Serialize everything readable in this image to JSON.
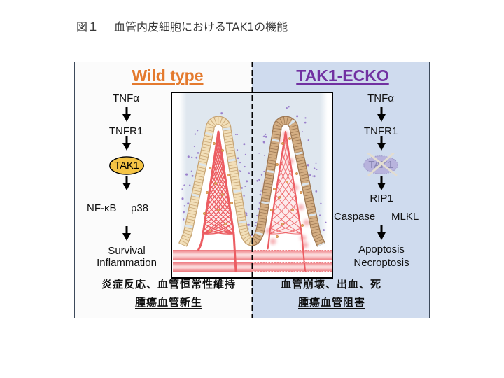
{
  "figure": {
    "label": "図１",
    "title": "血管内皮細胞におけるTAK1の機能"
  },
  "wild_type": {
    "header": "Wild type",
    "pathway": {
      "ligand": "TNFα",
      "receptor": "TNFR1",
      "kinase": "TAK1",
      "effectors": [
        "NF-κB",
        "p38"
      ],
      "outcomes": [
        "Survival",
        "Inflammation"
      ]
    },
    "summary": [
      "炎症反応、血管恒常性維持",
      "腫瘍血管新生"
    ]
  },
  "tak1_ecko": {
    "header": "TAK1-ECKO",
    "pathway": {
      "ligand": "TNFα",
      "receptor": "TNFR1",
      "kinase": "TAK1",
      "mediator": "RIP1",
      "effectors": [
        "Caspase",
        "MLKL"
      ],
      "outcomes": [
        "Apoptosis",
        "Necroptosis"
      ]
    },
    "summary": [
      "血管崩壊、出血、死",
      "腫瘍血管阻害"
    ]
  },
  "icons": {
    "arrow": "down-arrow-icon",
    "deleted_mark": "x-mark-icon"
  },
  "colors": {
    "wild_type_header": "#e47a2e",
    "tak1_ecko_header": "#7131a1",
    "wild_type_panel": "#fbfbfb",
    "tak1_ecko_panel": "#cfdbee",
    "tak1_active": "#f5c445",
    "tak1_deleted": "#b8b3dd",
    "vessel_red": "#ec5d62"
  }
}
